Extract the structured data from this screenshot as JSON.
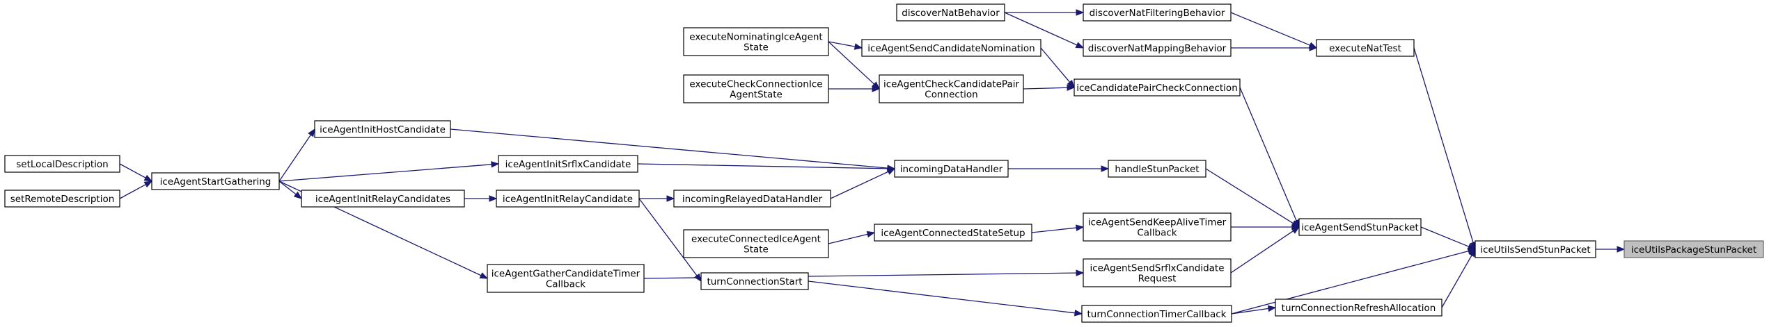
{
  "graph": {
    "edge_color": "#191970",
    "root_fill": "#bfbfbf",
    "nodes": {
      "iceUtilsPackageStunPacket": [
        "iceUtilsPackageStunPacket"
      ],
      "iceUtilsSendStunPacket": [
        "iceUtilsSendStunPacket"
      ],
      "executeNatTest": [
        "executeNatTest"
      ],
      "iceAgentSendStunPacket": [
        "iceAgentSendStunPacket"
      ],
      "turnConnectionRefreshAllocation": [
        "turnConnectionRefreshAllocation"
      ],
      "turnConnectionTimerCallback": [
        "turnConnectionTimerCallback"
      ],
      "discoverNatFilteringBehavior": [
        "discoverNatFilteringBehavior"
      ],
      "discoverNatMappingBehavior": [
        "discoverNatMappingBehavior"
      ],
      "iceCandidatePairCheckConnection": [
        "iceCandidatePairCheckConnection"
      ],
      "handleStunPacket": [
        "handleStunPacket"
      ],
      "iceAgentSendKeepAliveTimerCallback": [
        "iceAgentSendKeepAliveTimer",
        "Callback"
      ],
      "iceAgentSendSrflxCandidateRequest": [
        "iceAgentSendSrflxCandidate",
        "Request"
      ],
      "discoverNatBehavior": [
        "discoverNatBehavior"
      ],
      "iceAgentSendCandidateNomination": [
        "iceAgentSendCandidateNomination"
      ],
      "iceAgentCheckCandidatePairConnection": [
        "iceAgentCheckCandidatePair",
        "Connection"
      ],
      "executeNominatingIceAgentState": [
        "executeNominatingIceAgent",
        "State"
      ],
      "executeCheckConnectionIceAgentState": [
        "executeCheckConnectionIce",
        "AgentState"
      ],
      "incomingDataHandler": [
        "incomingDataHandler"
      ],
      "incomingRelayedDataHandler": [
        "incomingRelayedDataHandler"
      ],
      "iceAgentInitHostCandidate": [
        "iceAgentInitHostCandidate"
      ],
      "iceAgentInitSrflxCandidate": [
        "iceAgentInitSrflxCandidate"
      ],
      "iceAgentInitRelayCandidate": [
        "iceAgentInitRelayCandidate"
      ],
      "iceAgentInitRelayCandidates": [
        "iceAgentInitRelayCandidates"
      ],
      "iceAgentStartGathering": [
        "iceAgentStartGathering"
      ],
      "setLocalDescription": [
        "setLocalDescription"
      ],
      "setRemoteDescription": [
        "setRemoteDescription"
      ],
      "iceAgentConnectedStateSetup": [
        "iceAgentConnectedStateSetup"
      ],
      "executeConnectedIceAgentState": [
        "executeConnectedIceAgent",
        "State"
      ],
      "turnConnectionStart": [
        "turnConnectionStart"
      ],
      "iceAgentGatherCandidateTimerCallback": [
        "iceAgentGatherCandidateTimer",
        "Callback"
      ]
    },
    "root": "iceUtilsPackageStunPacket",
    "edges": [
      [
        "iceUtilsSendStunPacket",
        "iceUtilsPackageStunPacket"
      ],
      [
        "executeNatTest",
        "iceUtilsSendStunPacket"
      ],
      [
        "iceAgentSendStunPacket",
        "iceUtilsSendStunPacket"
      ],
      [
        "turnConnectionRefreshAllocation",
        "iceUtilsSendStunPacket"
      ],
      [
        "turnConnectionTimerCallback",
        "iceUtilsSendStunPacket"
      ],
      [
        "discoverNatFilteringBehavior",
        "executeNatTest"
      ],
      [
        "discoverNatMappingBehavior",
        "executeNatTest"
      ],
      [
        "discoverNatBehavior",
        "discoverNatFilteringBehavior"
      ],
      [
        "discoverNatBehavior",
        "discoverNatMappingBehavior"
      ],
      [
        "iceCandidatePairCheckConnection",
        "iceAgentSendStunPacket"
      ],
      [
        "handleStunPacket",
        "iceAgentSendStunPacket"
      ],
      [
        "iceAgentSendKeepAliveTimerCallback",
        "iceAgentSendStunPacket"
      ],
      [
        "iceAgentSendSrflxCandidateRequest",
        "iceAgentSendStunPacket"
      ],
      [
        "turnConnectionTimerCallback",
        "turnConnectionRefreshAllocation"
      ],
      [
        "turnConnectionStart",
        "turnConnectionTimerCallback"
      ],
      [
        "iceAgentSendCandidateNomination",
        "iceCandidatePairCheckConnection"
      ],
      [
        "iceAgentCheckCandidatePairConnection",
        "iceCandidatePairCheckConnection"
      ],
      [
        "executeNominatingIceAgentState",
        "iceAgentSendCandidateNomination"
      ],
      [
        "executeNominatingIceAgentState",
        "iceAgentCheckCandidatePairConnection"
      ],
      [
        "executeCheckConnectionIceAgentState",
        "iceAgentCheckCandidatePairConnection"
      ],
      [
        "incomingDataHandler",
        "handleStunPacket"
      ],
      [
        "iceAgentInitHostCandidate",
        "incomingDataHandler"
      ],
      [
        "iceAgentInitSrflxCandidate",
        "incomingDataHandler"
      ],
      [
        "incomingRelayedDataHandler",
        "incomingDataHandler"
      ],
      [
        "iceAgentInitRelayCandidate",
        "incomingRelayedDataHandler"
      ],
      [
        "iceAgentStartGathering",
        "iceAgentInitHostCandidate"
      ],
      [
        "iceAgentStartGathering",
        "iceAgentInitSrflxCandidate"
      ],
      [
        "iceAgentStartGathering",
        "iceAgentInitRelayCandidates"
      ],
      [
        "iceAgentInitRelayCandidates",
        "iceAgentInitRelayCandidate"
      ],
      [
        "setLocalDescription",
        "iceAgentStartGathering"
      ],
      [
        "setRemoteDescription",
        "iceAgentStartGathering"
      ],
      [
        "iceAgentConnectedStateSetup",
        "iceAgentSendKeepAliveTimerCallback"
      ],
      [
        "executeConnectedIceAgentState",
        "iceAgentConnectedStateSetup"
      ],
      [
        "iceAgentInitRelayCandidate",
        "turnConnectionStart"
      ],
      [
        "iceAgentStartGathering",
        "iceAgentGatherCandidateTimerCallback"
      ],
      [
        "iceAgentGatherCandidateTimerCallback",
        "iceAgentSendSrflxCandidateRequest"
      ]
    ]
  }
}
